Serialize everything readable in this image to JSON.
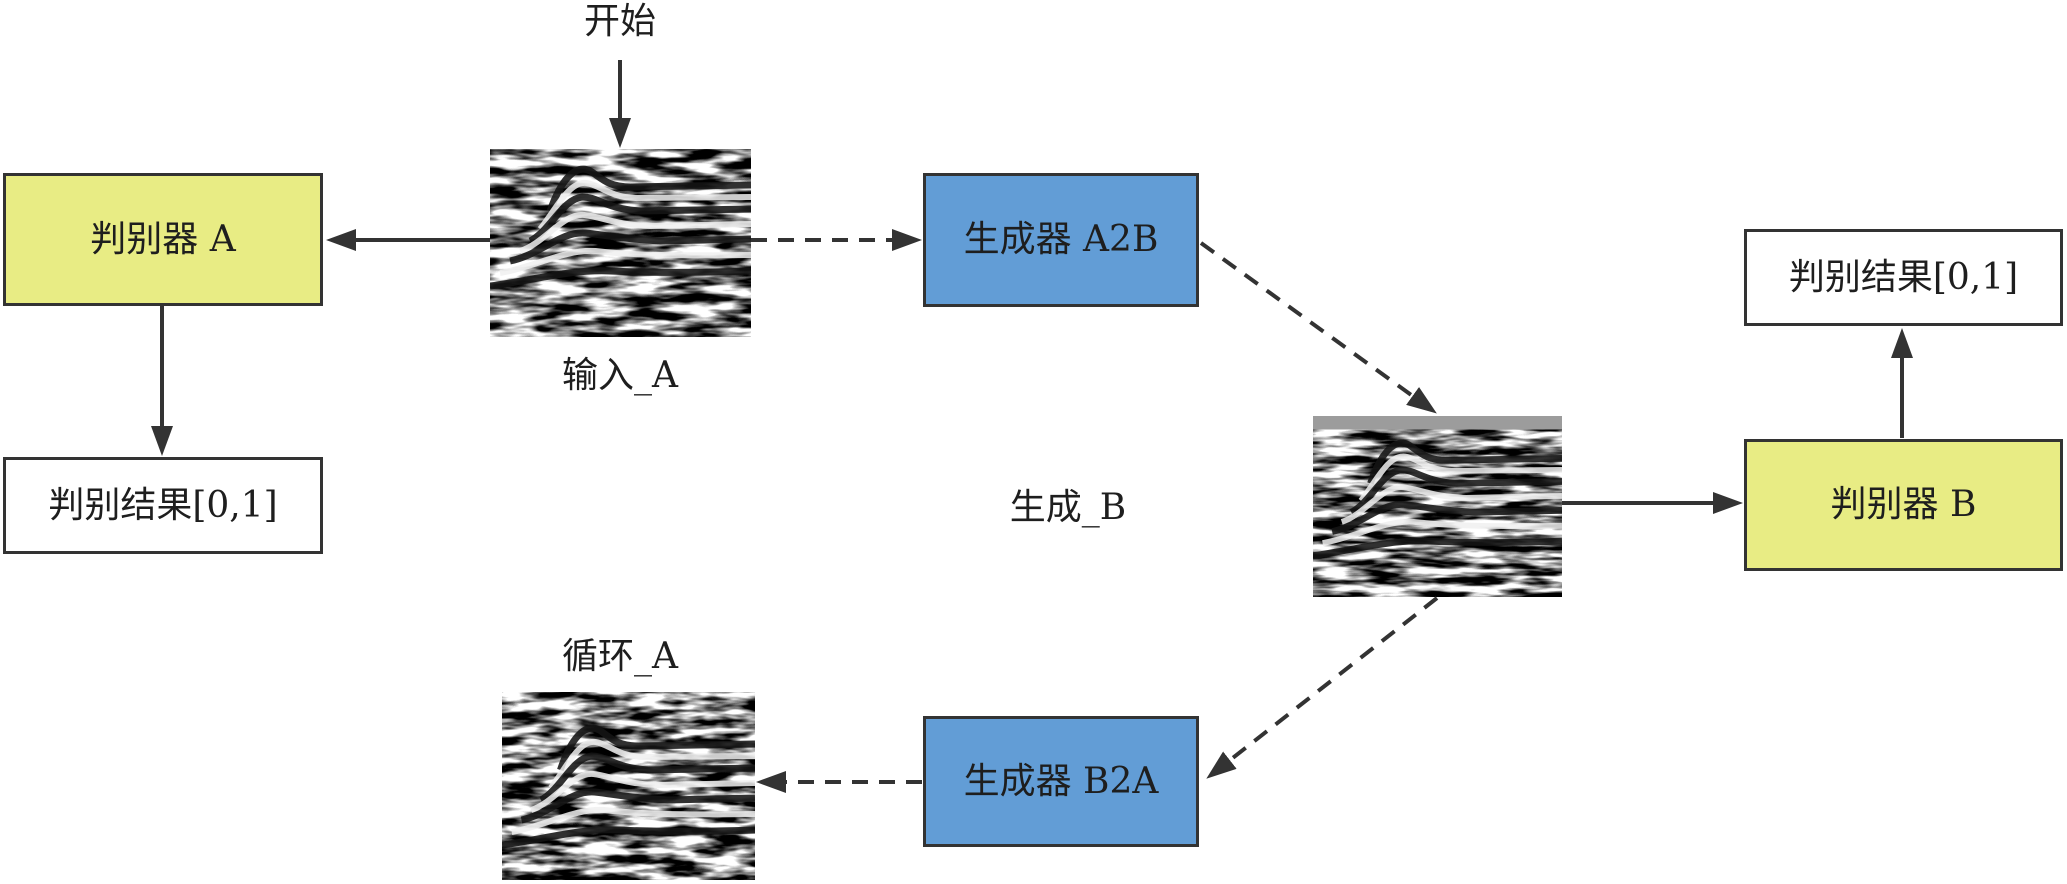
{
  "start": {
    "label": "开始"
  },
  "discriminator_a": {
    "label": "判别器 A"
  },
  "result_a": {
    "label": "判别结果[0,1]"
  },
  "generator_a2b": {
    "label": "生成器 A2B"
  },
  "discriminator_b": {
    "label": "判别器 B"
  },
  "result_b": {
    "label": "判别结果[0,1]"
  },
  "generator_b2a": {
    "label": "生成器 B2A"
  },
  "images": {
    "input_a": {
      "caption": "输入_A"
    },
    "generated_b": {
      "caption": "生成_B"
    },
    "cycle_a": {
      "caption": "循环_A"
    }
  },
  "colors": {
    "discriminator_fill": "#e8ec84",
    "generator_fill": "#629dd6",
    "result_fill": "#ffffff",
    "border": "#333333",
    "arrow": "#333333"
  }
}
